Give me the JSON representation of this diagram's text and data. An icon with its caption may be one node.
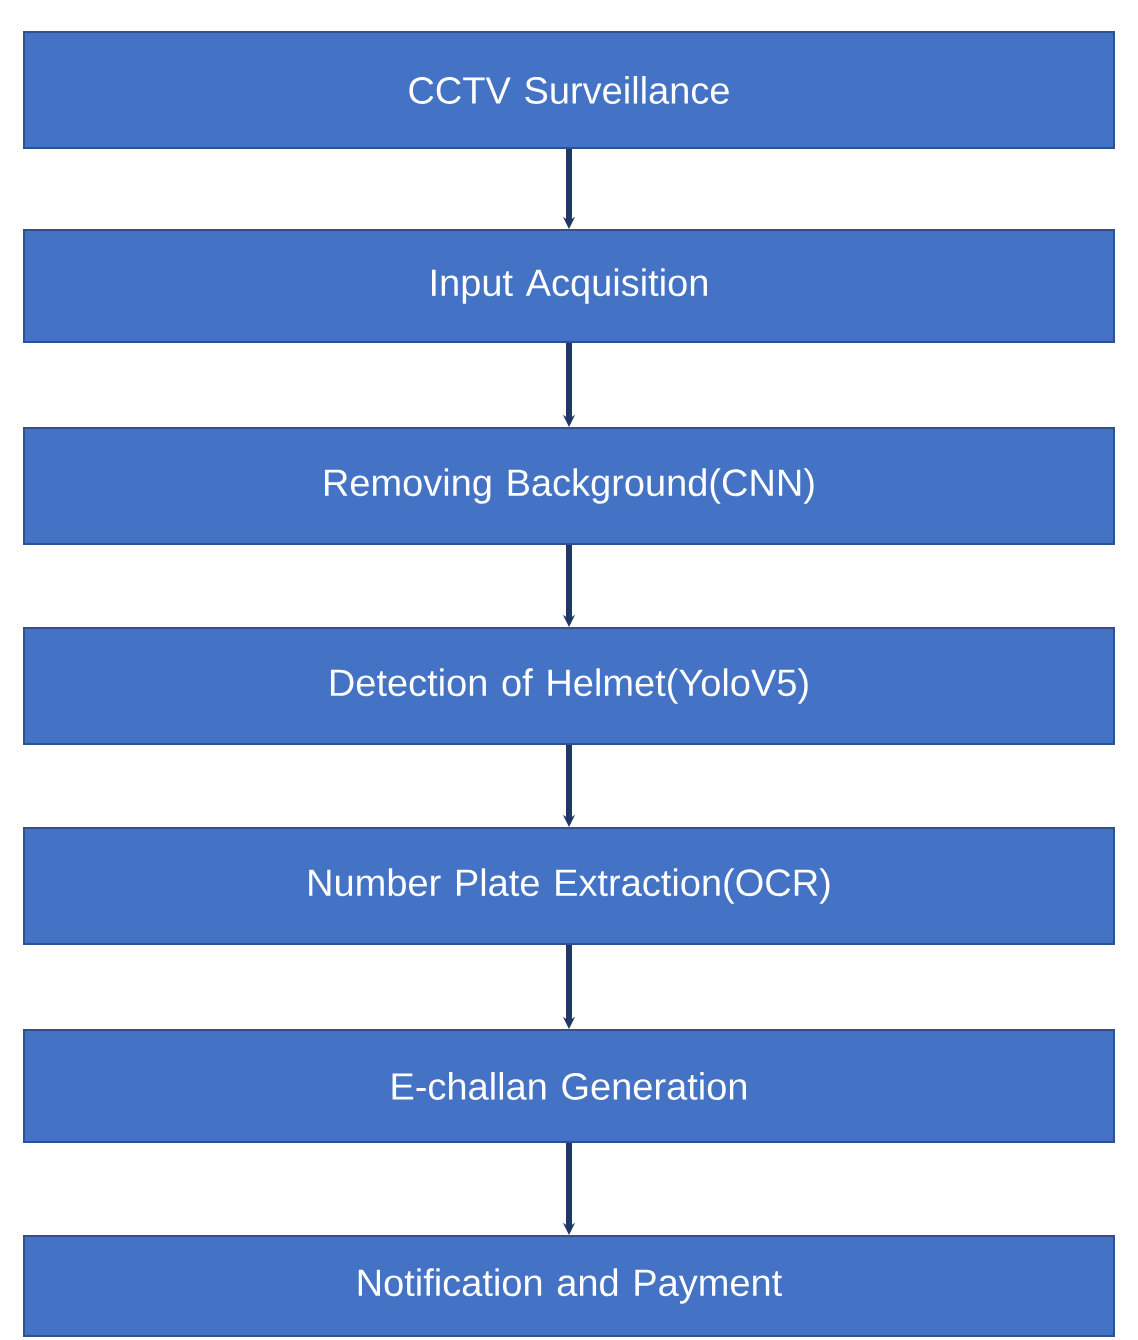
{
  "diagram": {
    "nodes": [
      {
        "text": [
          "CCTV Surveillance"
        ]
      },
      {
        "text": [
          "Input Acquisition"
        ]
      },
      {
        "text": [
          "Removing Background(CNN)"
        ]
      },
      {
        "text": [
          "Detection of Helmet(YoloV5)"
        ]
      },
      {
        "text": [
          "Number Plate Extraction(OCR)"
        ]
      },
      {
        "text": [
          "E-challan Generation"
        ]
      },
      {
        "text": [
          "Notification and Payment"
        ]
      }
    ],
    "edges": [
      {
        "from": 0,
        "to": 1,
        "arrow": "to"
      },
      {
        "from": 1,
        "to": 2,
        "arrow": "to"
      },
      {
        "from": 2,
        "to": 3,
        "arrow": "to"
      },
      {
        "from": 3,
        "to": 4,
        "arrow": "to"
      },
      {
        "from": 4,
        "to": 5,
        "arrow": "to"
      },
      {
        "from": 5,
        "to": 6,
        "arrow": "to"
      }
    ]
  }
}
